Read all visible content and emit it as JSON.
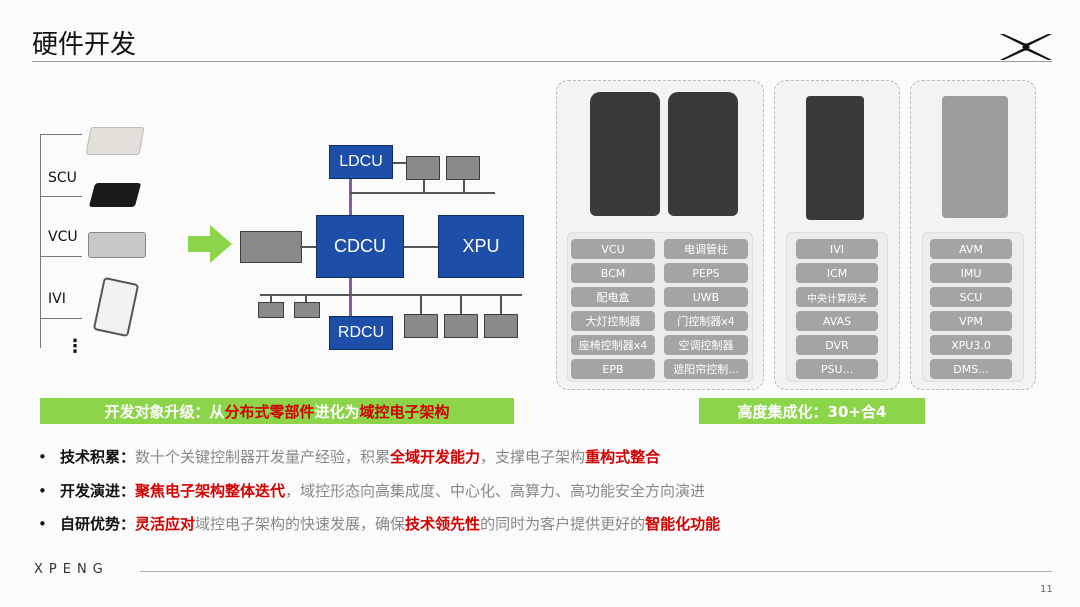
{
  "header": {
    "title": "硬件开发"
  },
  "left_devices": {
    "labels": [
      "SCU",
      "VCU",
      "IVI",
      "⋮"
    ]
  },
  "arch": {
    "blocks": {
      "ldcu": "LDCU",
      "cdcu": "CDCU",
      "xpu": "XPU",
      "rdcu": "RDCU"
    }
  },
  "panels": {
    "left_col1": [
      "VCU",
      "BCM",
      "配电盒",
      "大灯控制器",
      "座椅控制器x4",
      "EPB"
    ],
    "left_col2": [
      "电调管柱",
      "PEPS",
      "UWB",
      "门控制器x4",
      "空调控制器",
      "遮阳帘控制..."
    ],
    "mid": [
      "IVI",
      "ICM",
      "中央计算网关",
      "AVAS",
      "DVR",
      "PSU..."
    ],
    "right": [
      "AVM",
      "IMU",
      "SCU",
      "VPM",
      "XPU3.0",
      "DMS..."
    ]
  },
  "banners": {
    "left": {
      "prefix": "开发对象升级：从",
      "r1": "分布式零部件",
      "mid": "进化为",
      "r2": "域控电子架构"
    },
    "right": {
      "text": "高度集成化：30+合4"
    }
  },
  "bullets": [
    {
      "head": "技术积累：",
      "parts": [
        {
          "t": "数十个关键控制器开发量产经验，积累",
          "red": false
        },
        {
          "t": "全域开发能力",
          "red": true
        },
        {
          "t": "，支撑电子架构",
          "red": false
        },
        {
          "t": "重构式整合",
          "red": true
        }
      ]
    },
    {
      "head": "开发演进：",
      "parts": [
        {
          "t": "聚焦电子架构整体迭代",
          "red": true
        },
        {
          "t": "，域控形态向高集成度、中心化、高算力、高功能安全方向演进",
          "red": false
        }
      ]
    },
    {
      "head": "自研优势：",
      "parts": [
        {
          "t": "灵活应对",
          "red": true
        },
        {
          "t": "域控电子架构的快速发展，确保",
          "red": false
        },
        {
          "t": "技术领先性",
          "red": true
        },
        {
          "t": "的同时为客户提供更好的",
          "red": false
        },
        {
          "t": "智能化功能",
          "red": true
        }
      ]
    }
  ],
  "footer": {
    "brand": "XPENG",
    "page": "11"
  },
  "colors": {
    "block_blue": "#1e4fa8",
    "banner_green": "#8cd44a",
    "highlight_red": "#d20000"
  }
}
